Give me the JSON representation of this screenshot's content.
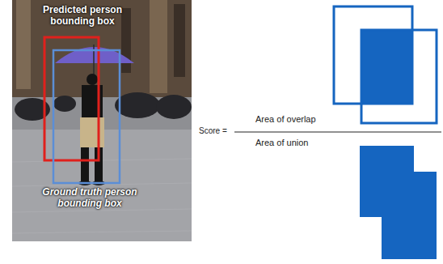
{
  "diagram": {
    "labels": [
      "Predicted person bounding box",
      "Ground truth person bounding box",
      "Score =",
      "Area of overlap",
      "Area of union"
    ]
  }
}
